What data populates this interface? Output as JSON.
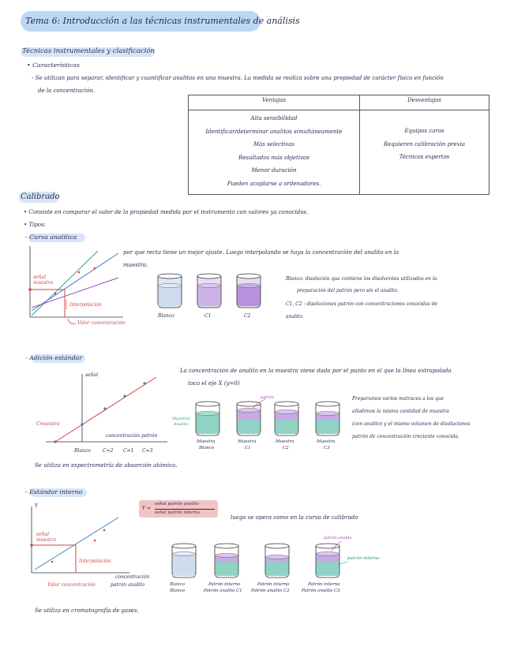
{
  "title": "Tema 6: Introducción a las técnicas instrumentales de análisis",
  "sec1": {
    "heading": "Técnicas instrumentales y clasificación",
    "bullet1": "• Características",
    "bullet2_l1": "- Se utilizan para separar, identificar y cuantificar analitos en una muestra. La medida se realiza sobre una propiedad de carácter físico en función",
    "bullet2_l2": "de la concentración.",
    "table": {
      "h_vent": "Ventajas",
      "h_desv": "Desventajas",
      "ventajas": [
        "Alta sensibilidad",
        "Identificar/determinar analitos simultáneamente",
        "Más selectivas",
        "Resultados más objetivos",
        "Menor duración",
        "Pueden acoplarse a ordenadores."
      ],
      "desventajas": [
        "Equipos caros",
        "Requieren calibración previa",
        "Técnicos expertos"
      ]
    }
  },
  "sec2": {
    "heading": "Calibrado",
    "b1": "• Consiste en comparar el valor de la propiedad medida por el instrumento con valores ya conocidos.",
    "b2": "• Tipos:",
    "curva": {
      "heading": "- Curva analítica",
      "text_l1": "por que recta tiene un mejor ajuste. Luego interpolando se haya la concentración del analito en la",
      "text_l2": "muestra.",
      "senal": "señal",
      "muestra": "muestra",
      "interp": "Interpolación",
      "valor": "Valor concentración",
      "beaker_labels": [
        "Blanco",
        "C1",
        "C2"
      ],
      "blanco_l1": "Blanco: disolución que contiene los disolventes utilizados en la",
      "blanco_l2": "preparación del patrón pero sin el analito.",
      "c_l1": "C1, C2 : disoluciones patrón con concentraciones conocidas de",
      "c_l2": "analito."
    },
    "adicion": {
      "heading": "- Adición estándar",
      "senal": "señal",
      "cmuestra": "Cmuestra",
      "xlabel": "concentración patrón",
      "ticks": [
        "Blanco",
        "C=2",
        "C=1",
        "C=3"
      ],
      "text_l1": "La concentración de analito en la muestra viene dada por el punto en el que la línea extrapolada",
      "text_l2": "toca el eje X (y=0)",
      "patron": "patrón",
      "muestra_analito_1": "Muestra/",
      "muestra_analito_2": "Analito",
      "beaker_labels": [
        [
          "Muestra",
          "Blanco"
        ],
        [
          "Muestra",
          "C1"
        ],
        [
          "Muestra",
          "C2"
        ],
        [
          "Muestra",
          "C3"
        ]
      ],
      "right_l1": "Preparamos varios matraces a los que",
      "right_l2": "añadimos la misma cantidad de muestra",
      "right_l3": "(con analito) y el mismo volumen de disoluciones",
      "right_l4": "patrón de concentración creciente conocida.",
      "note": "Se utiliza en espectrometría de absorción atómica."
    },
    "interno": {
      "heading": "- Estándar interno",
      "y": "Y",
      "formula_y": "Y =",
      "formula_num": "señal patrón analito",
      "formula_den": "señal patrón interno",
      "text": "luego se opera como en la curva de calibrado",
      "senal": "señal",
      "muestra": "muestra",
      "interp": "Interpolación",
      "valor": "Valor concentración",
      "xlabel_l1": "concentración",
      "xlabel_l2": "patrón analito",
      "patron_analito": "patrón analito",
      "patron_interno": "patrón interno",
      "beaker_labels": [
        [
          "Blanco",
          "Blanco"
        ],
        [
          "Patrón interno",
          "Patrón analito C1"
        ],
        [
          "Patrón interno",
          "Patrón analito C2"
        ],
        [
          "Patrón interno",
          "Patrón analito C3"
        ]
      ],
      "note": "Se utiliza en cromatografía de gases."
    }
  },
  "colors": {
    "blue_line": "#3a7fd0",
    "teal_line": "#2aa889",
    "purple_line": "#9a4ab8",
    "red": "#d04444",
    "highlight": "#bcd7f2",
    "formula_bg": "#f2c4c4"
  }
}
